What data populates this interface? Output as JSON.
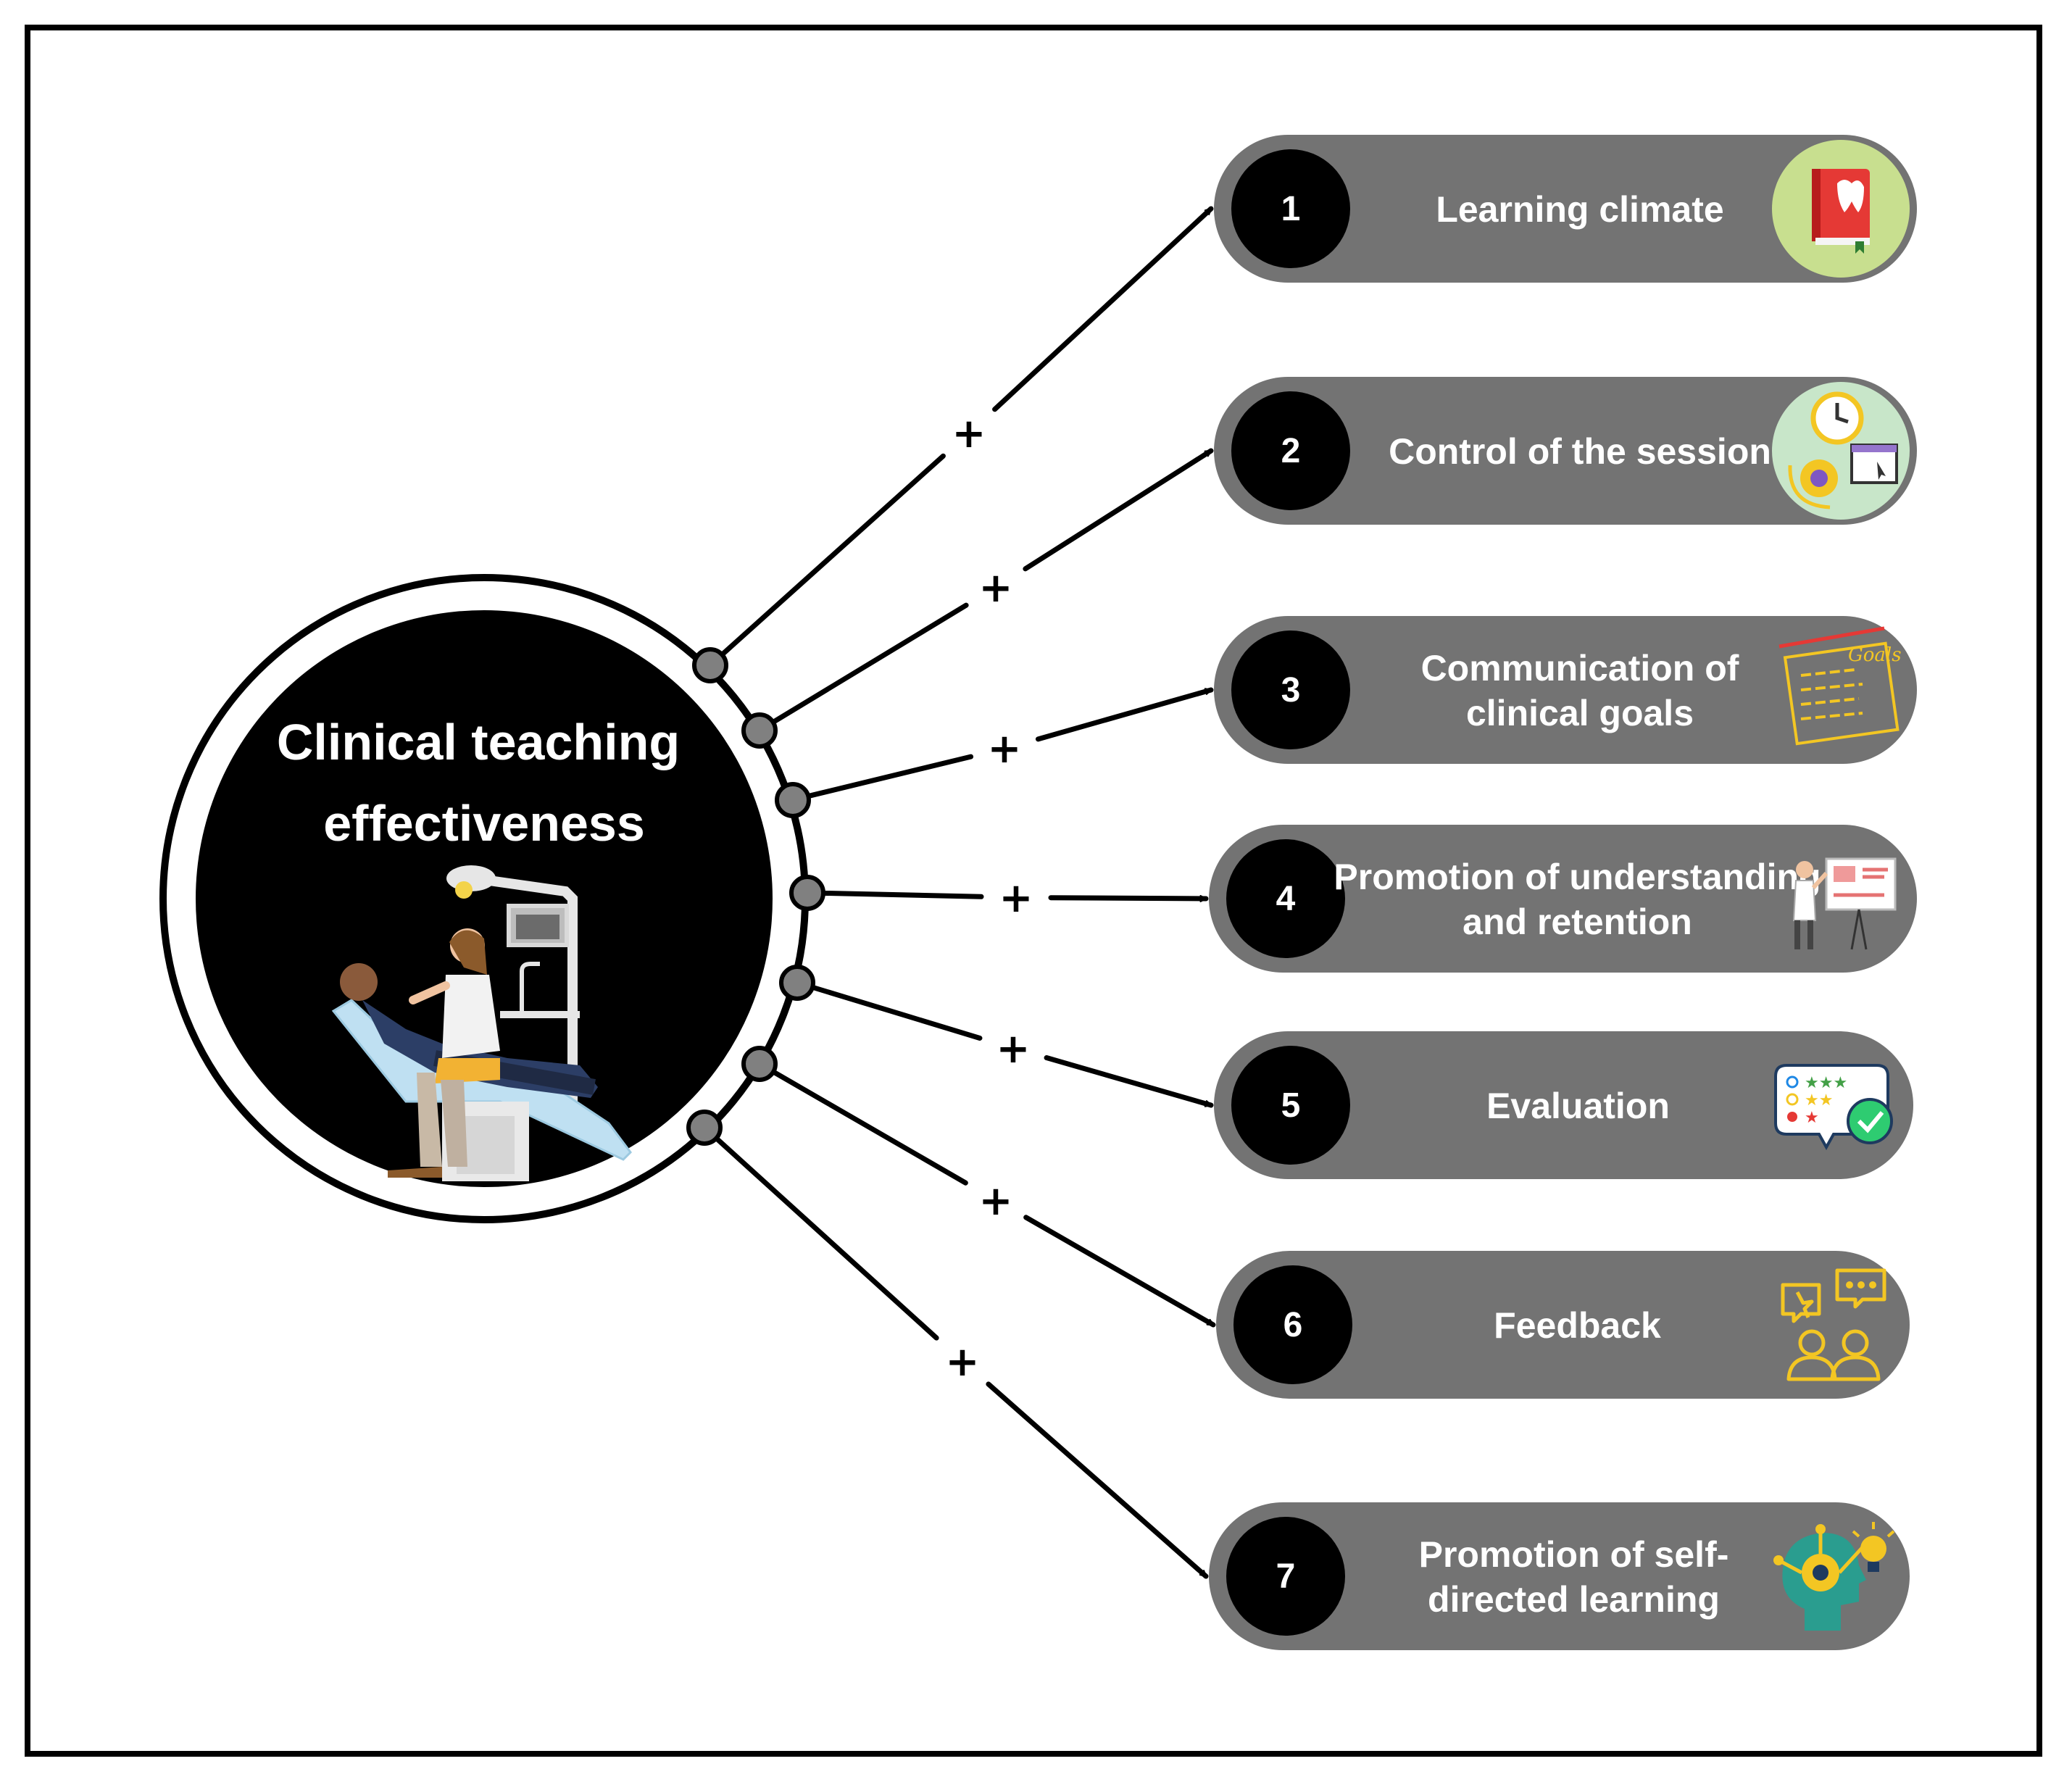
{
  "center": {
    "title_line1": "Clinical teaching",
    "title_line2": "effectiveness",
    "illustration": "dentist-treating-patient-illustration"
  },
  "connector_symbol": "+",
  "items": [
    {
      "number": "1",
      "label_lines": [
        "Learning climate"
      ],
      "icon": "dental-book-icon"
    },
    {
      "number": "2",
      "label_lines": [
        "Control of the session"
      ],
      "icon": "time-management-icon"
    },
    {
      "number": "3",
      "label_lines": [
        "Communication of",
        "clinical goals"
      ],
      "icon": "goals-board-icon"
    },
    {
      "number": "4",
      "label_lines": [
        "Promotion of understanding",
        "and retention"
      ],
      "icon": "presenter-board-icon"
    },
    {
      "number": "5",
      "label_lines": [
        "Evaluation"
      ],
      "icon": "rating-checklist-icon"
    },
    {
      "number": "6",
      "label_lines": [
        "Feedback"
      ],
      "icon": "feedback-people-icon"
    },
    {
      "number": "7",
      "label_lines": [
        "Promotion of self-",
        "directed learning"
      ],
      "icon": "head-gear-lightbulb-icon"
    }
  ],
  "colors": {
    "pill": "#737373",
    "badge": "#000000",
    "text": "#ffffff",
    "node": "#808080",
    "icon_green": "#c8df8f",
    "icon_yellow": "#f3c623",
    "icon_teal": "#2a9d8f"
  }
}
